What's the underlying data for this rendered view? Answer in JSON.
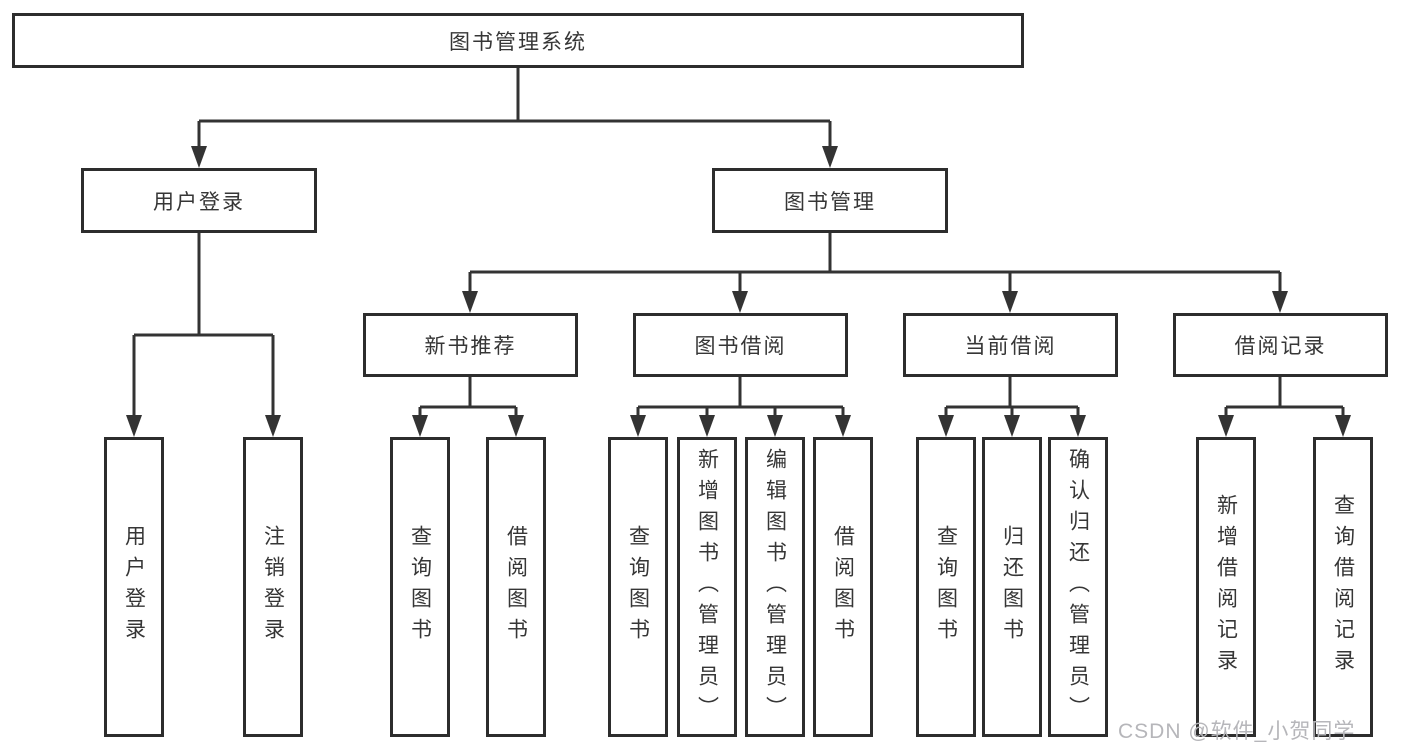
{
  "diagram": {
    "tree": {
      "label": "图书管理系统",
      "children": [
        {
          "label": "用户登录",
          "children": [
            {
              "label": "用户登录"
            },
            {
              "label": "注销登录"
            }
          ]
        },
        {
          "label": "图书管理",
          "children": [
            {
              "label": "新书推荐",
              "children": [
                {
                  "label": "查询图书"
                },
                {
                  "label": "借阅图书"
                }
              ]
            },
            {
              "label": "图书借阅",
              "children": [
                {
                  "label": "查询图书"
                },
                {
                  "label": "新增图书（管理员）"
                },
                {
                  "label": "编辑图书（管理员）"
                },
                {
                  "label": "借阅图书"
                }
              ]
            },
            {
              "label": "当前借阅",
              "children": [
                {
                  "label": "查询图书"
                },
                {
                  "label": "归还图书"
                },
                {
                  "label": "确认归还（管理员）"
                }
              ]
            },
            {
              "label": "借阅记录",
              "children": [
                {
                  "label": "新增借阅记录"
                },
                {
                  "label": "查询借阅记录"
                }
              ]
            }
          ]
        }
      ]
    },
    "colors": {
      "line": "#333333",
      "box_border": "#2d2d2d",
      "text": "#363636",
      "background": "#ffffff",
      "watermark": "#b6b6ba"
    }
  },
  "watermark": {
    "text": "CSDN @软件_小贺同学"
  }
}
